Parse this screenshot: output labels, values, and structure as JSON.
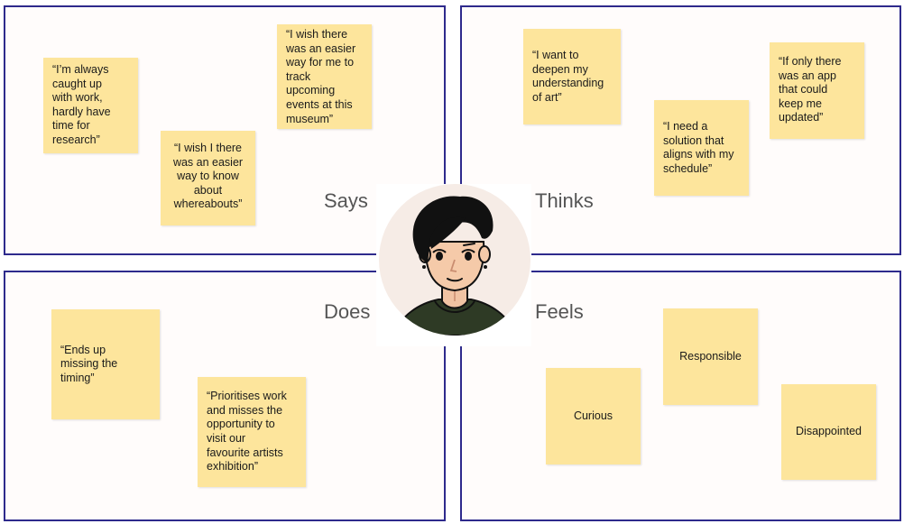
{
  "quadrants": {
    "says": {
      "label": "Says",
      "notes": [
        "“I’m always\ncaught up\nwith work,\nhardly have\ntime for\nresearch”",
        "“I wish I there\nwas an easier\nway to know\nabout\nwhereabouts”",
        "“I wish there\nwas an easier\nway for me to\ntrack\nupcoming\nevents at this\nmuseum”"
      ]
    },
    "thinks": {
      "label": "Thinks",
      "notes": [
        "“I want to\ndeepen my\nunderstanding\nof art”",
        "“I need a\nsolution that\naligns with my\nschedule”",
        "“If only there\nwas an app\nthat could\nkeep me\nupdated”"
      ]
    },
    "does": {
      "label": "Does",
      "notes": [
        "“Ends up\nmissing the\ntiming”",
        "“Prioritises work\nand misses the\nopportunity to\nvisit our\nfavourite artists\nexhibition”"
      ]
    },
    "feels": {
      "label": "Feels",
      "notes": [
        "Curious",
        "Responsible",
        "Disappointed"
      ]
    }
  },
  "colors": {
    "quadrant_border": "#2e2a8c",
    "quadrant_fill": "#fffcfb",
    "sticky_note": "#fde59c",
    "label_text": "#555555"
  },
  "icons": {
    "avatar": "persona-avatar-illustration"
  }
}
